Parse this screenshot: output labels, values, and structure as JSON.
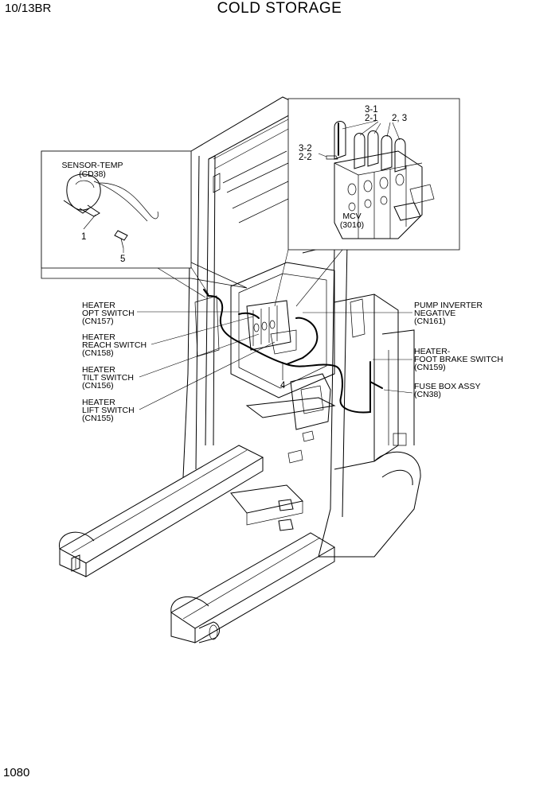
{
  "header": {
    "model": "10/13BR",
    "title": "COLD STORAGE"
  },
  "page_number": "1080",
  "detail_sensor": {
    "label_line1": "SENSOR-TEMP",
    "label_line2": "(CD38)",
    "item_a": "1",
    "item_b": "5"
  },
  "detail_mcv": {
    "item_3_1": "3-1",
    "item_2_1": "2-1",
    "item_2_3": "2, 3",
    "item_3_2": "3-2",
    "item_2_2": "2-2",
    "mcv_line1": "MCV",
    "mcv_line2": "(3010)"
  },
  "callouts_left": [
    {
      "l1": "HEATER",
      "l2": "OPT SWITCH",
      "l3": "(CN157)"
    },
    {
      "l1": "HEATER",
      "l2": "REACH SWITCH",
      "l3": "(CN158)"
    },
    {
      "l1": "HEATER",
      "l2": "TILT SWITCH",
      "l3": "(CN156)"
    },
    {
      "l1": "HEATER",
      "l2": "LIFT SWITCH",
      "l3": "(CN155)"
    }
  ],
  "callouts_right": [
    {
      "l1": "PUMP INVERTER",
      "l2": "NEGATIVE",
      "l3": "(CN161)"
    },
    {
      "l1": "HEATER-",
      "l2": "FOOT BRAKE SWITCH",
      "l3": "(CN159)"
    },
    {
      "l1": "FUSE BOX ASSY",
      "l2": "(CN38)"
    }
  ],
  "item_wire": "4"
}
